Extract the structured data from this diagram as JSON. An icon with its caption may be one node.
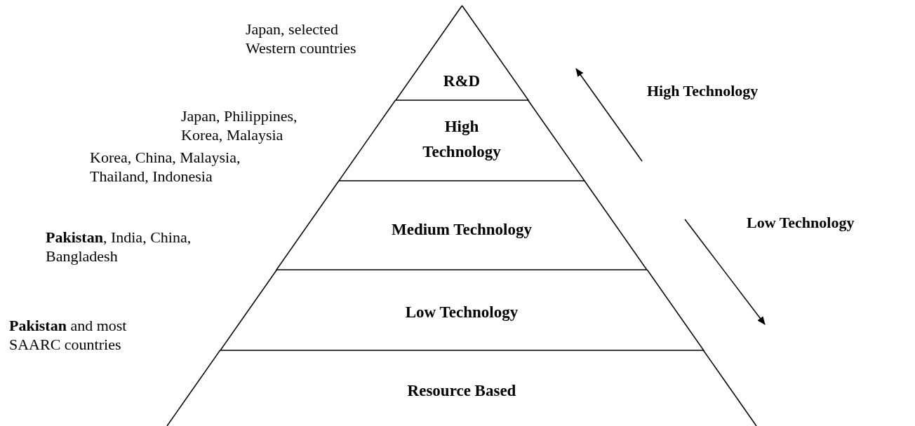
{
  "diagram": {
    "nodes": [
      {
        "text": [
          "R&D"
        ],
        "beside": [
          "Japan, selected Western countries"
        ]
      },
      {
        "text": [
          "High Technology"
        ],
        "beside": [
          "Japan, Philippines, Korea, Malaysia"
        ]
      },
      {
        "text": [
          "Medium Technology"
        ],
        "beside": [
          "Korea, China, Malaysia, Thailand, Indonesia"
        ]
      },
      {
        "text": [
          "Low Technology"
        ],
        "beside": [
          "**Pakistan**, India, China, Bangladesh"
        ]
      },
      {
        "text": [
          "Resource Based"
        ],
        "beside": [
          "**Pakistan** and most SAARC countries"
        ]
      }
    ],
    "edges": [],
    "labels": [
      "High Technology",
      "Low Technology"
    ]
  }
}
